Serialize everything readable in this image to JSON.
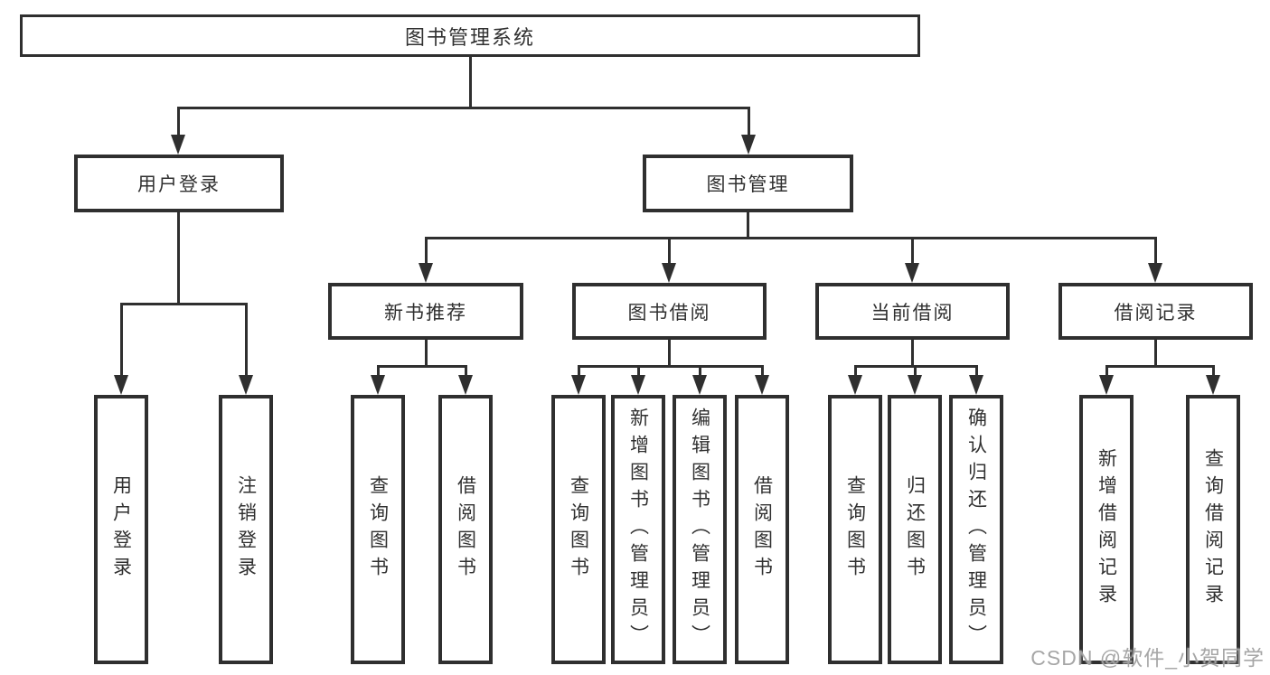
{
  "diagram": {
    "root": "图书管理系统",
    "branch_user": {
      "label": "用户登录",
      "children": [
        "用户登录",
        "注销登录"
      ]
    },
    "branch_book": {
      "label": "图书管理",
      "groups": [
        {
          "label": "新书推荐",
          "children": [
            "查询图书",
            "借阅图书"
          ]
        },
        {
          "label": "图书借阅",
          "children": [
            "查询图书",
            "新增图书（管理员）",
            "编辑图书（管理员）",
            "借阅图书"
          ]
        },
        {
          "label": "当前借阅",
          "children": [
            "查询图书",
            "归还图书",
            "确认归还（管理员）"
          ]
        },
        {
          "label": "借阅记录",
          "children": [
            "新增借阅记录",
            "查询借阅记录"
          ]
        }
      ]
    }
  },
  "watermark": "CSDN @软件_小贺同学",
  "colors": {
    "line": "#2f2f2f",
    "text": "#303030",
    "watermark": "#9e9e9e",
    "background": "#ffffff"
  }
}
